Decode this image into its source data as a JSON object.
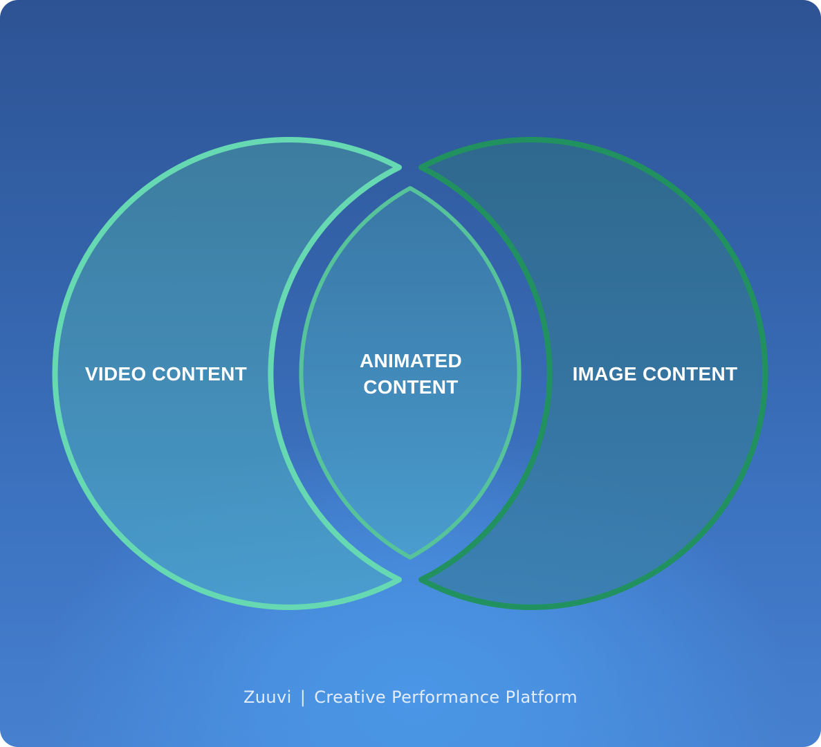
{
  "diagram": {
    "left_circle_label": "VIDEO CONTENT",
    "center_label_line1": "ANIMATED",
    "center_label_line2": "CONTENT",
    "right_circle_label": "IMAGE CONTENT"
  },
  "footer": {
    "brand": "Zuuvi",
    "separator": "|",
    "tagline": "Creative Performance Platform"
  },
  "colors": {
    "left_stroke": "#66d9b2",
    "right_stroke": "#21915f",
    "center_stroke": "#56c39b",
    "text": "#ffffff"
  }
}
